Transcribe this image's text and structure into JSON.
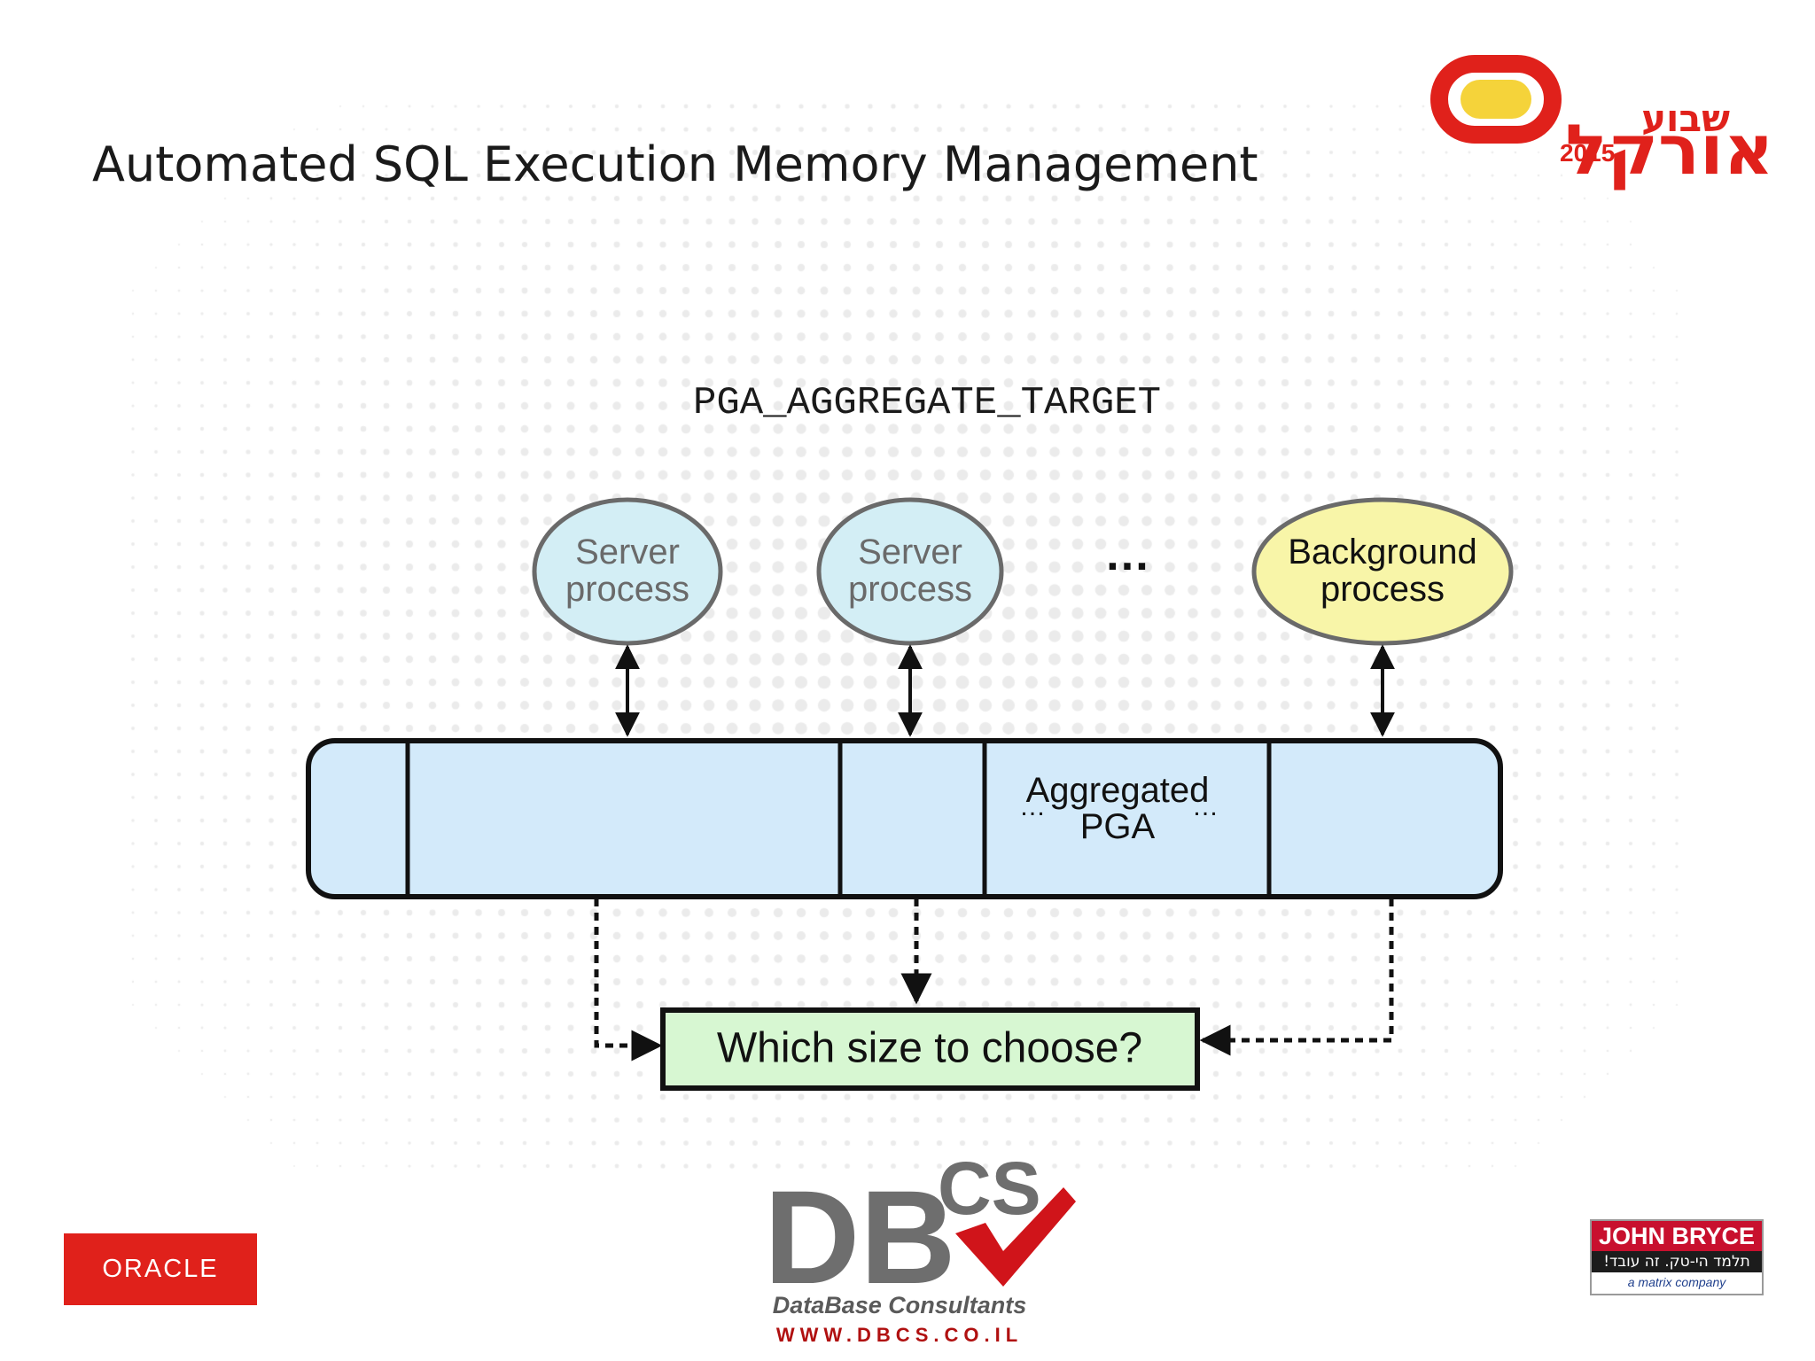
{
  "slide": {
    "title": "Automated SQL Execution Memory Management"
  },
  "diagram": {
    "parameter_label": "PGA_AGGREGATE_TARGET",
    "processes": [
      {
        "line1": "Server",
        "line2": "process",
        "fill": "#d3eef5",
        "text_color": "#6a6a6a"
      },
      {
        "line1": "Server",
        "line2": "process",
        "fill": "#d3eef5",
        "text_color": "#6a6a6a"
      },
      {
        "line1": "Background",
        "line2": "process",
        "fill": "#f8f5a8",
        "text_color": "#111111"
      }
    ],
    "process_ellipsis": "…",
    "pga": {
      "line1": "Aggregated",
      "line2": "PGA",
      "ellipsis": "…",
      "fill": "#d3eafa"
    },
    "question": {
      "label": "Which size to choose?",
      "fill": "#d7f7d2"
    }
  },
  "logos": {
    "event": {
      "hebrew_top": "שבוע",
      "hebrew_main": "אורקל",
      "year": "2015",
      "ring_color": "#e0211b",
      "inner_color": "#f5d33a"
    },
    "oracle": {
      "label": "ORACLE"
    },
    "dbcs": {
      "letters": "DB",
      "superscript": "CS",
      "tagline": "DataBase Consultants",
      "url": "WWW.DBCS.CO.IL",
      "check_color": "#d0141a"
    },
    "john_bryce": {
      "name": "JOHN BRYCE",
      "hebrew": "תלמד הי-טק. זה עובד!",
      "subtitle": "a matrix company"
    }
  }
}
